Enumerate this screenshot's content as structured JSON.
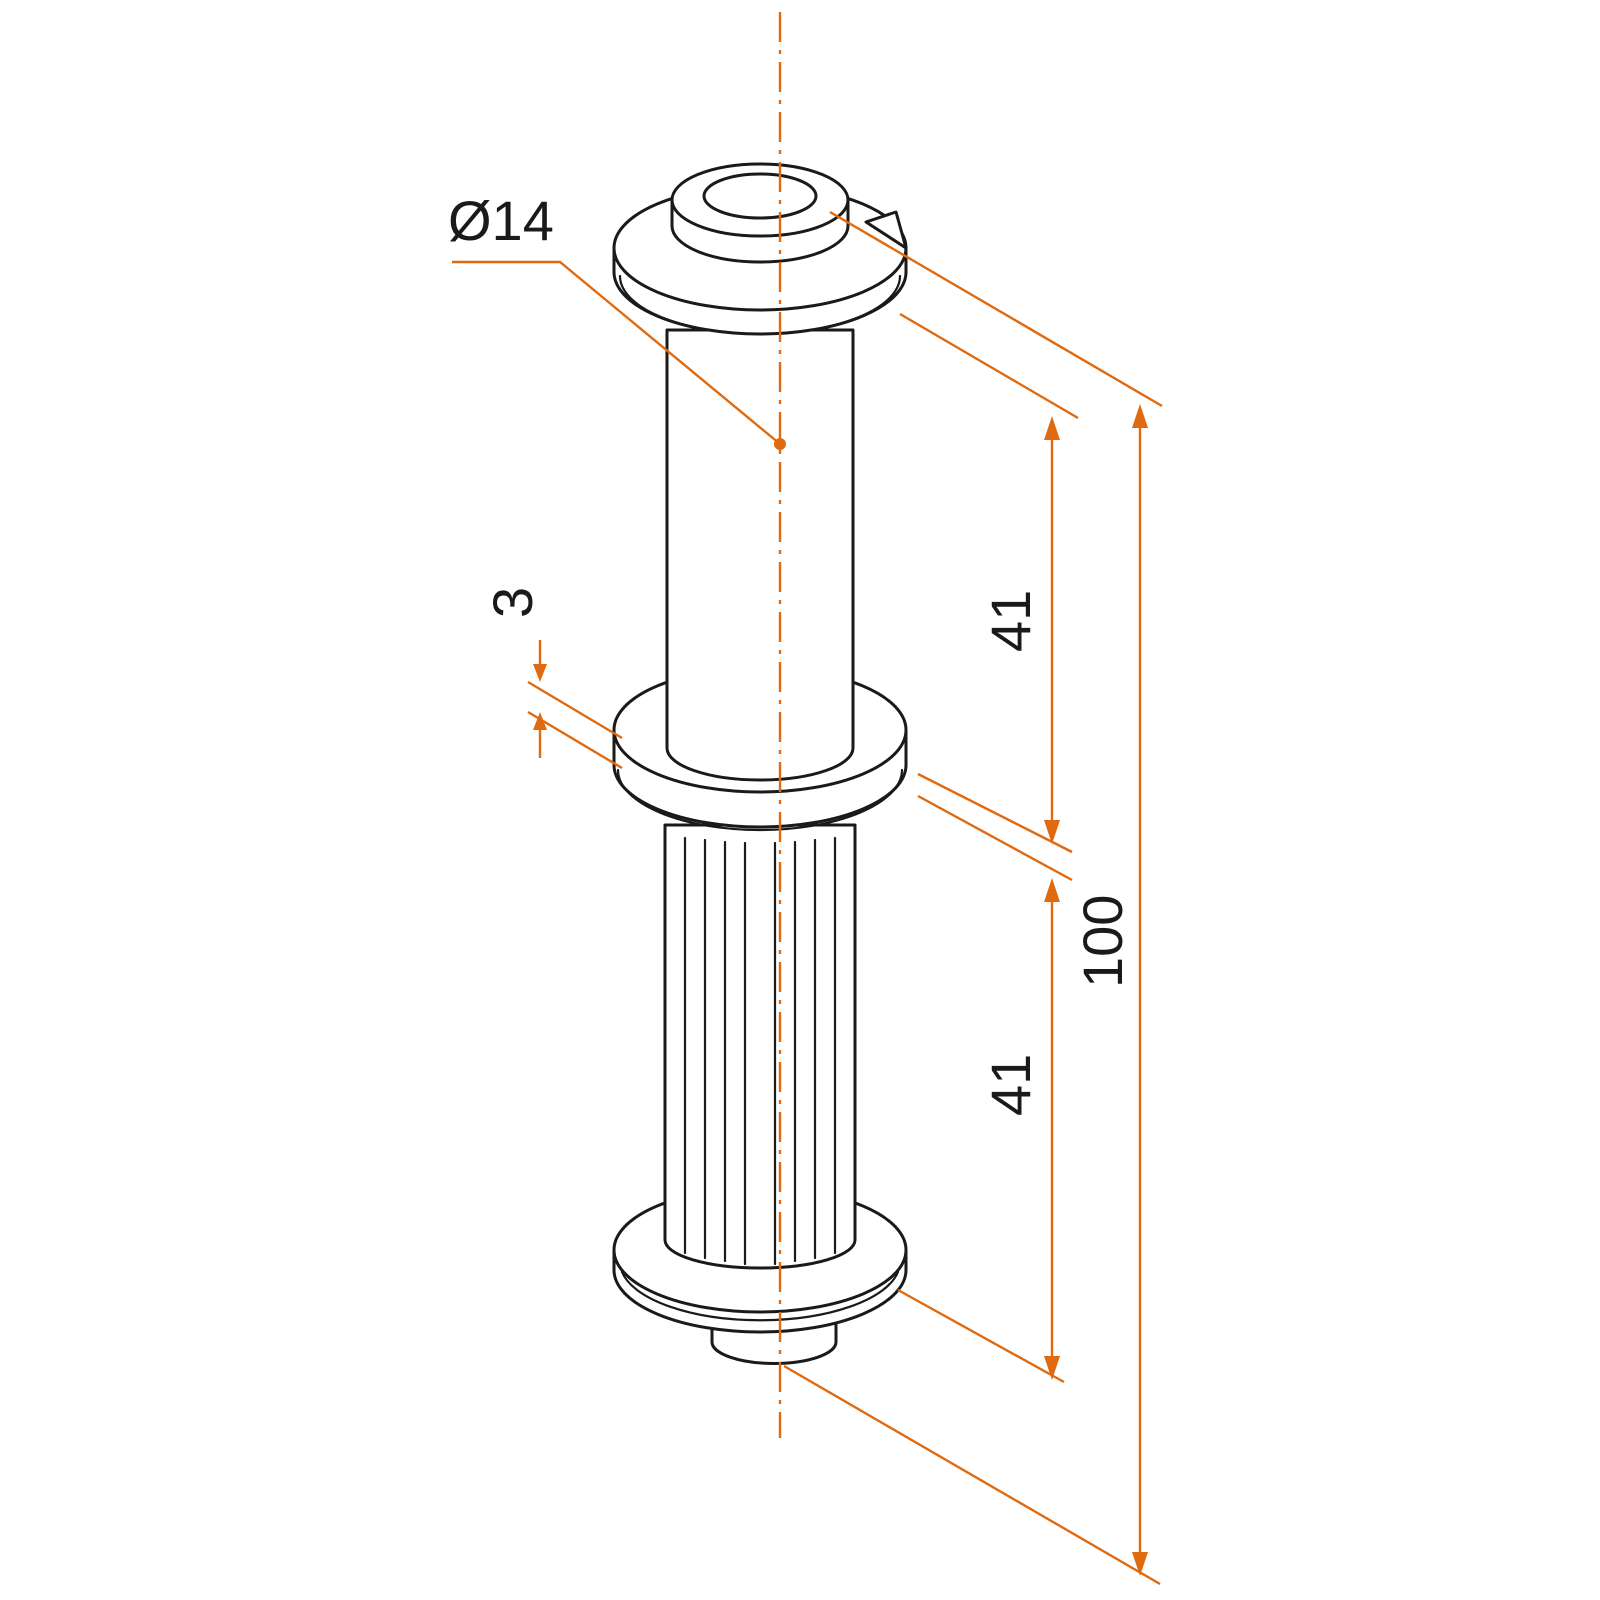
{
  "dimensions": {
    "diameter": "Ø14",
    "flange_thickness": "3",
    "upper_length": "41",
    "lower_length": "41",
    "total_length": "100"
  },
  "colors": {
    "dimension_lines": "#e06a10",
    "outline": "#1a1a1a",
    "background": "#ffffff"
  }
}
